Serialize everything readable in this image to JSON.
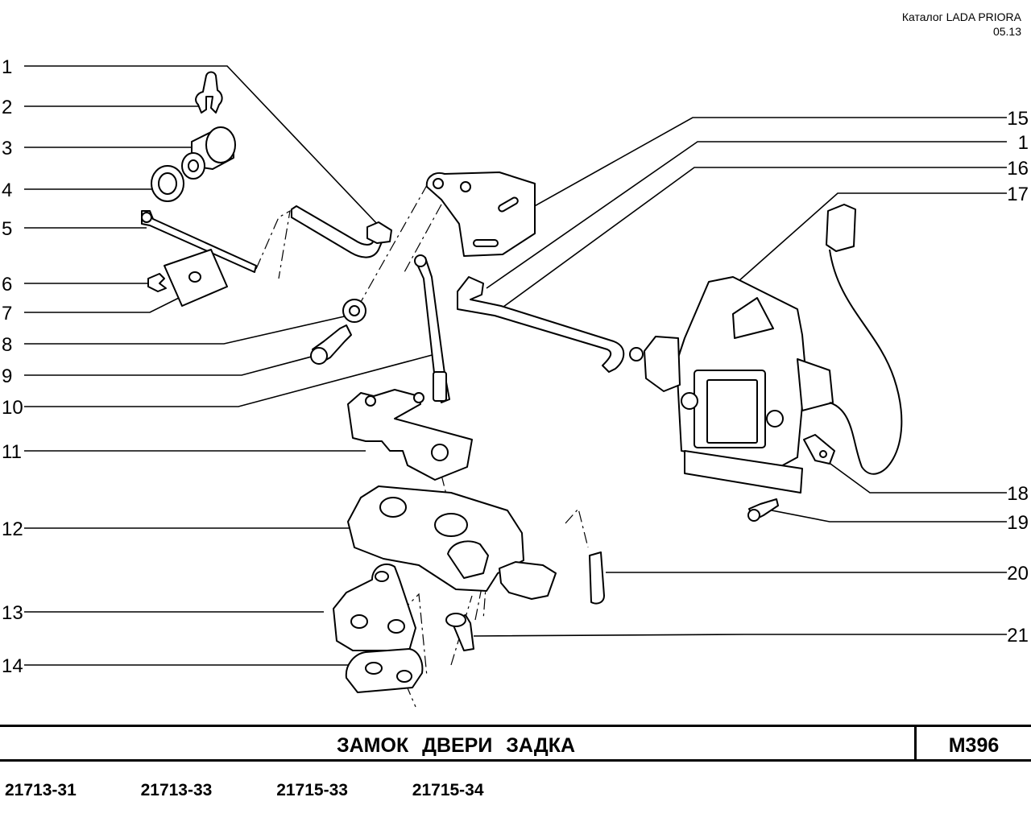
{
  "header": {
    "catalog": "Каталог  LADA  PRIORA",
    "date": "05.13"
  },
  "callouts_left": [
    "1",
    "2",
    "3",
    "4",
    "5",
    "6",
    "7",
    "8",
    "9",
    "10",
    "11",
    "12",
    "13",
    "14"
  ],
  "callouts_right": [
    "15",
    "1",
    "16",
    "17",
    "18",
    "19",
    "20",
    "21"
  ],
  "footer": {
    "title": "ЗАМОК   ДВЕРИ   ЗАДКА",
    "code": "М396",
    "models": [
      "21713-31",
      "21713-33",
      "21715-33",
      "21715-34"
    ]
  }
}
